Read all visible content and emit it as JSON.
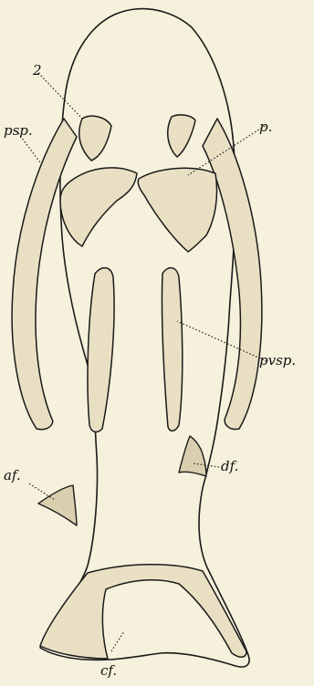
{
  "labels": {
    "two": "2",
    "psp": "psp.",
    "p": "p.",
    "pvsp": "pvsp.",
    "df": "df.",
    "af": "af.",
    "cf": "cf."
  }
}
